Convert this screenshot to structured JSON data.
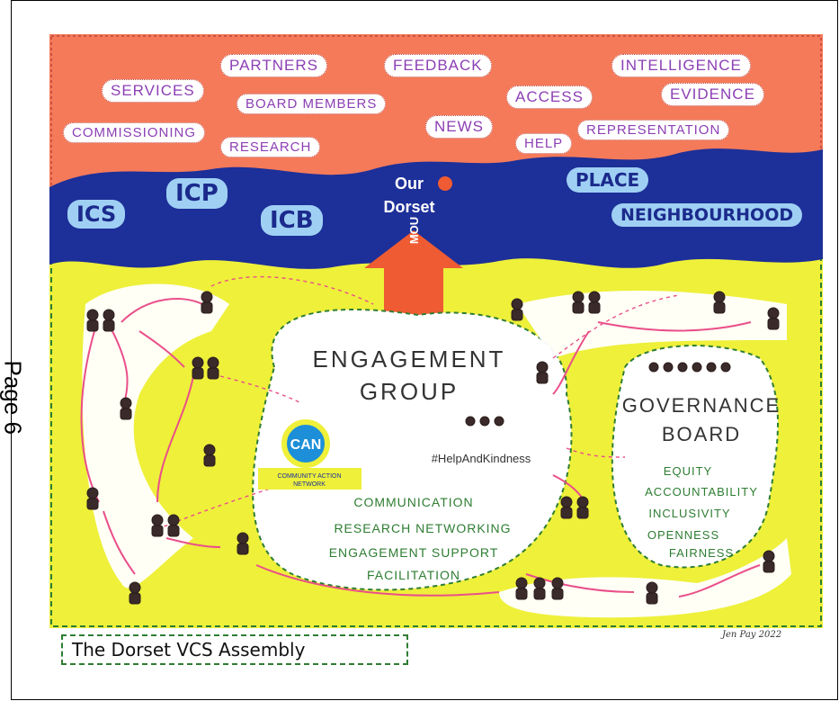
{
  "page_label": "Page 6",
  "top_words": [
    "PARTNERS",
    "FEEDBACK",
    "INTELLIGENCE",
    "SERVICES",
    "BOARD MEMBERS",
    "ACCESS",
    "EVIDENCE",
    "NEWS",
    "REPRESENTATION",
    "COMMISSIONING",
    "RESEARCH",
    "HELP"
  ],
  "band_words": {
    "ics": "ICS",
    "icp": "ICP",
    "icb": "ICB",
    "our_dorset_1": "Our",
    "our_dorset_2": "Dorset",
    "place": "PLACE",
    "neighbourhood": "NEIGHBOURHOOD"
  },
  "arrow_label": "MOU",
  "engagement": {
    "title_1": "ENGAGEMENT",
    "title_2": "GROUP",
    "hashtag": "#HelpAndKindness",
    "can_badge": "CAN",
    "can_sub_1": "COMMUNITY ACTION",
    "can_sub_2": "NETWORK",
    "activities": [
      "COMMUNICATION",
      "RESEARCH  NETWORKING",
      "ENGAGEMENT  SUPPORT",
      "FACILITATION"
    ]
  },
  "governance": {
    "title_1": "GOVERNANCE",
    "title_2": "BOARD",
    "values": [
      "EQUITY",
      "ACCOUNTABILITY",
      "INCLUSIVITY",
      "OPENNESS",
      "FAIRNESS"
    ]
  },
  "footer_title": "The Dorset VCS Assembly",
  "signature": "Jen Pay 2022",
  "colors": {
    "orange": "#f47a5a",
    "blue": "#1d2f98",
    "light_blue": "#9fd0f4",
    "yellow": "#eef03a",
    "arrow": "#ef5b32",
    "purple": "#8c3fb4",
    "green": "#2e7d32",
    "pink": "#ea4f8a"
  }
}
